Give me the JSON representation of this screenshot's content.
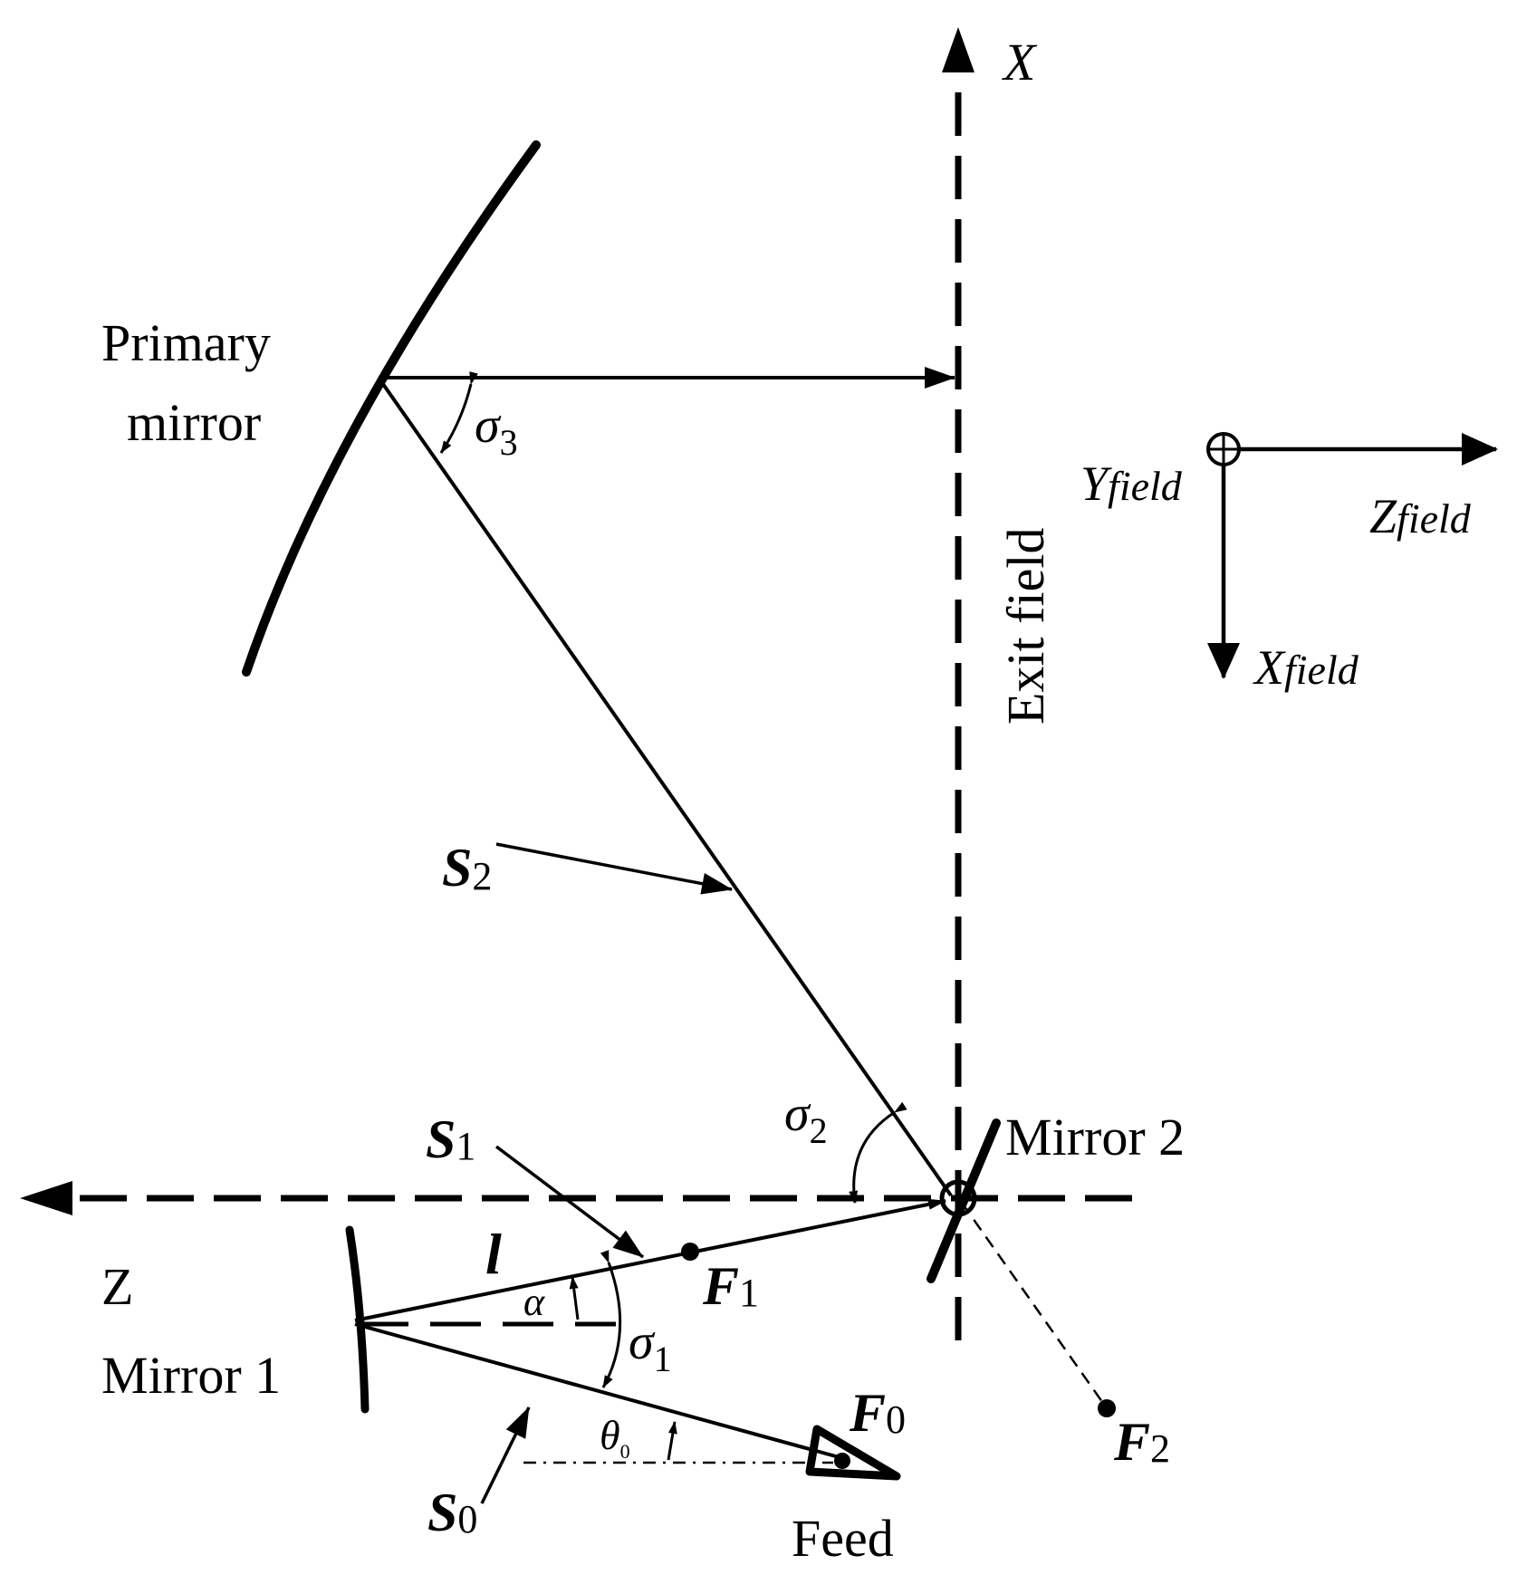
{
  "labels": {
    "x_axis": "X",
    "z_axis": "Z",
    "primary_mirror_line1": "Primary",
    "primary_mirror_line2": "mirror",
    "exit_field": "Exit field",
    "mirror1": "Mirror 1",
    "mirror2": "Mirror 2",
    "feed": "Feed",
    "y_field_main": "Y",
    "y_field_sub": "field",
    "z_field_main": "Z",
    "z_field_sub": "field",
    "x_field_main": "X",
    "x_field_sub": "field",
    "s2_main": "S",
    "s2_sub": "2",
    "s1_main": "S",
    "s1_sub": "1",
    "s0_main": "S",
    "s0_sub": "0",
    "f1_main": "F",
    "f1_sub": "1",
    "f0_main": "F",
    "f0_sub": "0",
    "f2_main": "F",
    "f2_sub": "2",
    "sigma3_main": "σ",
    "sigma3_sub": "3",
    "sigma2_main": "σ",
    "sigma2_sub": "2",
    "sigma1_main": "σ",
    "sigma1_sub": "1",
    "theta0_main": "θ",
    "theta0_sub": "0",
    "alpha": "α",
    "l": "l"
  },
  "colors": {
    "stroke": "#000000",
    "background": "#ffffff"
  }
}
